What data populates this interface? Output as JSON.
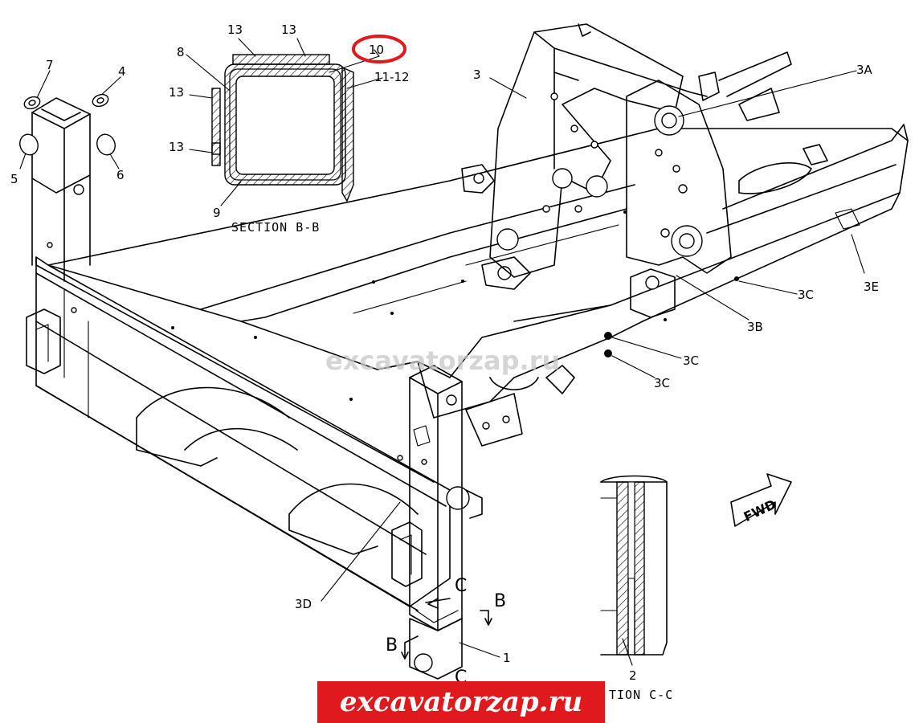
{
  "callouts": {
    "c13a": "13",
    "c13b": "13",
    "c13c": "13",
    "c13d": "13",
    "c10": "10",
    "c8": "8",
    "c11_12": "11-12",
    "c9": "9",
    "c7": "7",
    "c4": "4",
    "c5": "5",
    "c6": "6",
    "c3": "3",
    "c3A": "3A",
    "c3B": "3B",
    "c3C_1": "3C",
    "c3C_2": "3C",
    "c3C_3": "3C",
    "c3D": "3D",
    "c3E": "3E",
    "c1": "1",
    "c2": "2"
  },
  "section_labels": {
    "section_bb": "SECTION B-B",
    "section_cc_visible": "TION C-C"
  },
  "section_markers": {
    "c_top": "C",
    "c_bottom": "C",
    "b_right": "B",
    "b_left": "B"
  },
  "direction_arrow": "FWD",
  "watermark": "excavatorzap.ru",
  "banner": "excavatorzap.ru",
  "colors": {
    "highlight_circle": "#e0191c",
    "banner_background": "#e0191c",
    "banner_text": "#ffffff",
    "watermark": "#c8c8c8"
  }
}
